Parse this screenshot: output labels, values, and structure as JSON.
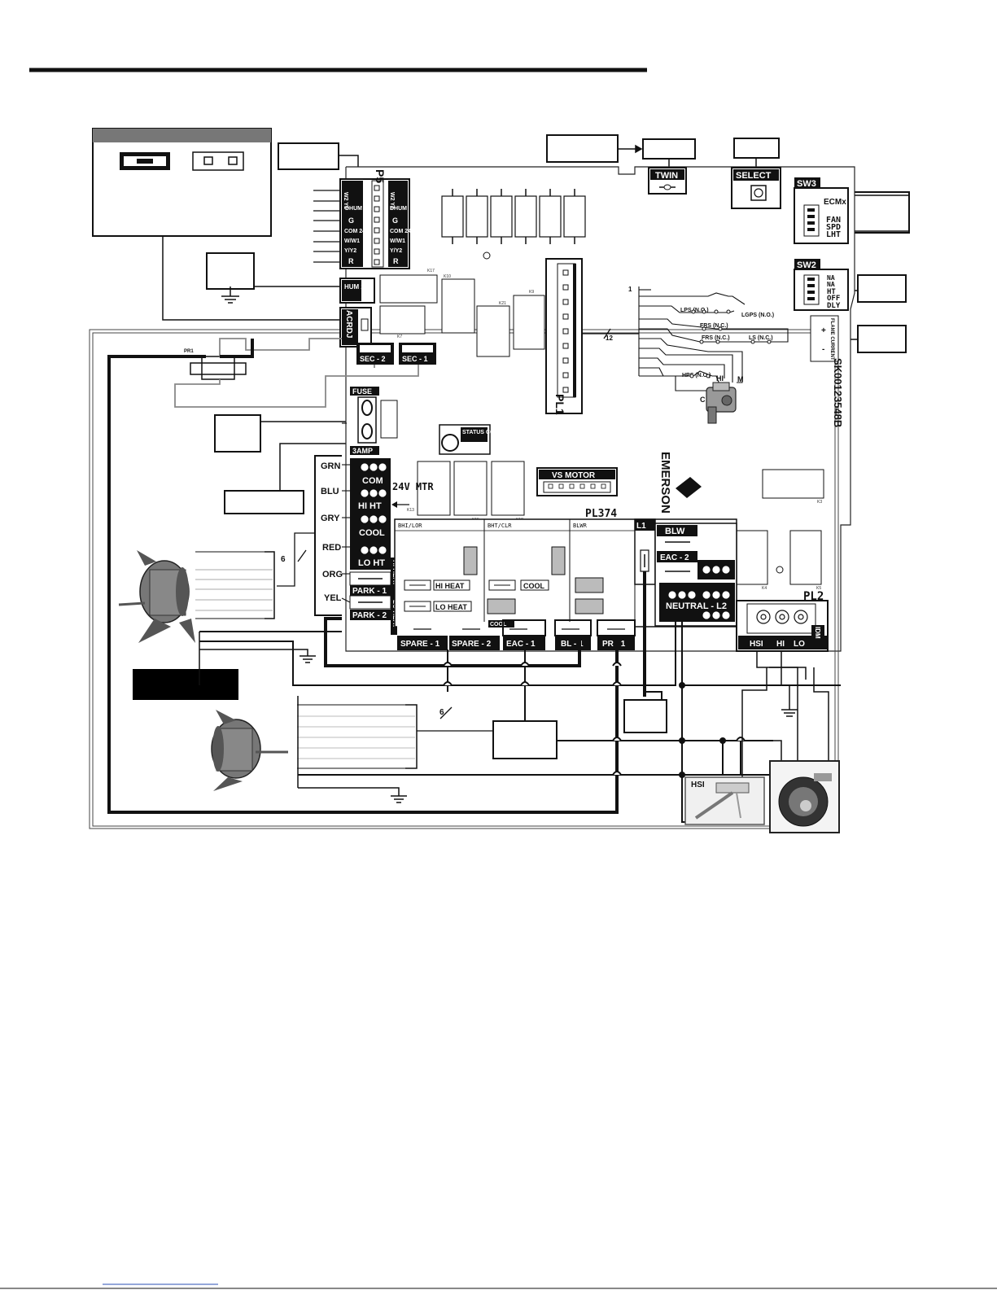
{
  "colors": {
    "ink": "#111111",
    "paper": "#ffffff",
    "gray": "#8a8a8a",
    "panel": "#f6f6f6"
  },
  "board": {
    "p5": "P5",
    "thermostat_pins": [
      "W2 Y1",
      "DHUM",
      "G",
      "COM 24V",
      "W/W1",
      "Y/Y2",
      "R"
    ],
    "hum": "HUM 24V",
    "acrdj": "ACRDJ",
    "sec2": "SEC - 2",
    "sec1": "SEC - 1",
    "pr1": "PR1",
    "fuse": "FUSE",
    "amp": "3AMP",
    "status_code": "STATUS CODE",
    "k_labels": [
      "K17",
      "K10",
      "K21",
      "K9",
      "K7",
      "K13",
      "K15",
      "K18",
      "K5",
      "K4",
      "K3"
    ],
    "taps": [
      "COM",
      "HI HT",
      "COOL",
      "LO HT"
    ],
    "mtr": "24V MTR",
    "park1": "PARK - 1",
    "park2": "PARK - 2",
    "hi_heat_side": "HI HEAT",
    "lo_heat_side": "LO HEAT",
    "relay_labels": [
      "BHI/LOR",
      "BHT/CLR",
      "BLWR"
    ],
    "relay_buttons": [
      "HI HEAT",
      "LO HEAT",
      "COOL"
    ],
    "bottom_terms": [
      "SPARE - 1",
      "SPARE - 2",
      "EAC - 1",
      "BL - 1",
      "PR - 1"
    ],
    "cool_small": "COOL",
    "vs_motor": "VS MOTOR",
    "pl1": "PL1",
    "pl374": "PL374",
    "l1": "L1",
    "blw": "BLW",
    "eac2": "EAC - 2",
    "neutral": "NEUTRAL - L2",
    "pl2": "PL2",
    "idm": "IDM",
    "pl2_terms": [
      "HSI",
      "HI",
      "LO"
    ],
    "emerson": "EMERSON",
    "part_no": "SK00123548B",
    "twin": "TWIN",
    "select": "SELECT",
    "sw3": "SW3",
    "ecm": "ECMx",
    "sw3_text": [
      "FAN",
      "SPD",
      "LHT"
    ],
    "sw2": "SW2",
    "sw2_text": [
      "NA",
      "NA",
      "HT",
      "OFF",
      "DLY"
    ],
    "flame": "FLAME CURRENT",
    "plus": "+",
    "minus": "-",
    "wire_12": "12",
    "wire_6": "6",
    "wire_1": "1"
  },
  "safety": {
    "lps": "LPS (N.O.)",
    "lgps": "LGPS (N.O.)",
    "frs1": "FRS (N.C.)",
    "frs2": "FRS (N.C.)",
    "ls": "LS (N.C.)",
    "hps": "HPS (N.O.)",
    "hi": "HI",
    "m": "M",
    "c": "C"
  },
  "motor_colors": [
    "GRN",
    "BLU",
    "GRY",
    "RED",
    "ORG",
    "YEL"
  ],
  "hsi_label": "HSI"
}
